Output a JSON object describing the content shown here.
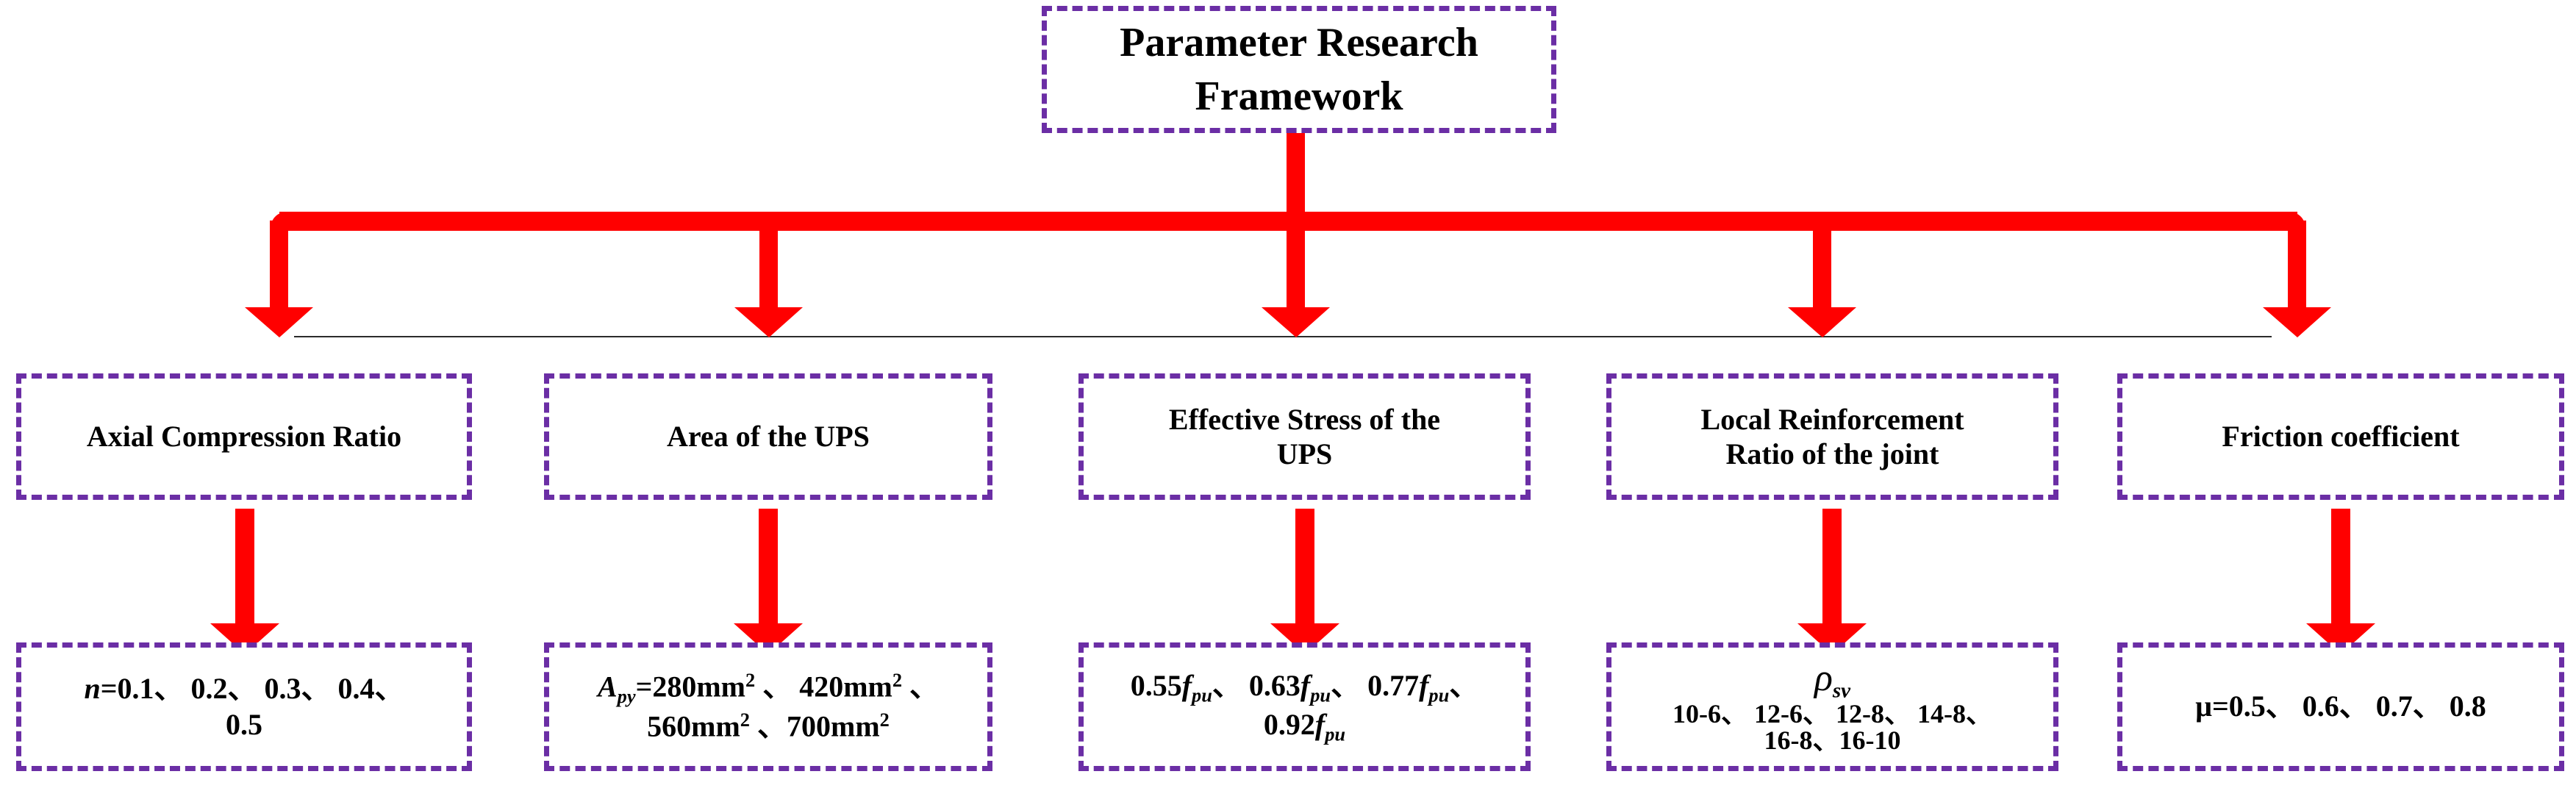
{
  "diagram": {
    "type": "tree-flowchart",
    "title_box": {
      "label": "Parameter Research Framework",
      "line1": "Parameter Research",
      "line2": "Framework"
    },
    "colors": {
      "box_border": "#6B2EA5",
      "connector": "#FF0000",
      "text": "#000000",
      "background": "#FFFFFF",
      "baseline_rule": "#2B2B2B"
    },
    "branches": [
      {
        "id": "axial-compression-ratio",
        "category": "Axial Compression Ratio",
        "category_lines": [
          "Axial Compression Ratio"
        ],
        "symbol": "n",
        "values": [
          "0.1",
          "0.2",
          "0.3",
          "0.4",
          "0.5"
        ],
        "value_lines": [
          "n=0.1、 0.2、 0.3、 0.4、",
          "0.5"
        ]
      },
      {
        "id": "area-of-the-ups",
        "category": "Area of the UPS",
        "category_lines": [
          "Area of the UPS"
        ],
        "symbol": "Apy",
        "values": [
          "280mm²",
          "420mm²",
          "560mm²",
          "700mm²"
        ],
        "value_lines": [
          "Apy=280mm2 、 420mm2 、",
          "560mm2 、700mm2"
        ]
      },
      {
        "id": "effective-stress-of-the-ups",
        "category": "Effective Stress of the UPS",
        "category_lines": [
          "Effective Stress of the",
          "UPS"
        ],
        "symbol": "fpu",
        "values": [
          "0.55fpu",
          "0.63fpu",
          "0.77fpu",
          "0.92fpu"
        ],
        "value_lines": [
          "0.55fpu、 0.63fpu、 0.77fpu、",
          "0.92fpu"
        ]
      },
      {
        "id": "local-reinforcement-ratio-of-the-joint",
        "category": "Local Reinforcement Ratio of the joint",
        "category_lines": [
          "Local Reinforcement",
          "Ratio of the joint"
        ],
        "symbol": "ρsv",
        "values": [
          "10-6",
          "12-6",
          "12-8",
          "14-8",
          "16-8",
          "16-10"
        ],
        "value_lines": [
          "ρsv",
          "10-6、 12-6、 12-8、 14-8、",
          "16-8、16-10"
        ]
      },
      {
        "id": "friction-coefficient",
        "category": "Friction coefficient",
        "category_lines": [
          "Friction coefficient"
        ],
        "symbol": "μ",
        "values": [
          "0.5",
          "0.6",
          "0.7",
          "0.8"
        ],
        "value_lines": [
          "μ=0.5、 0.6、 0.7、 0.8"
        ]
      }
    ]
  }
}
